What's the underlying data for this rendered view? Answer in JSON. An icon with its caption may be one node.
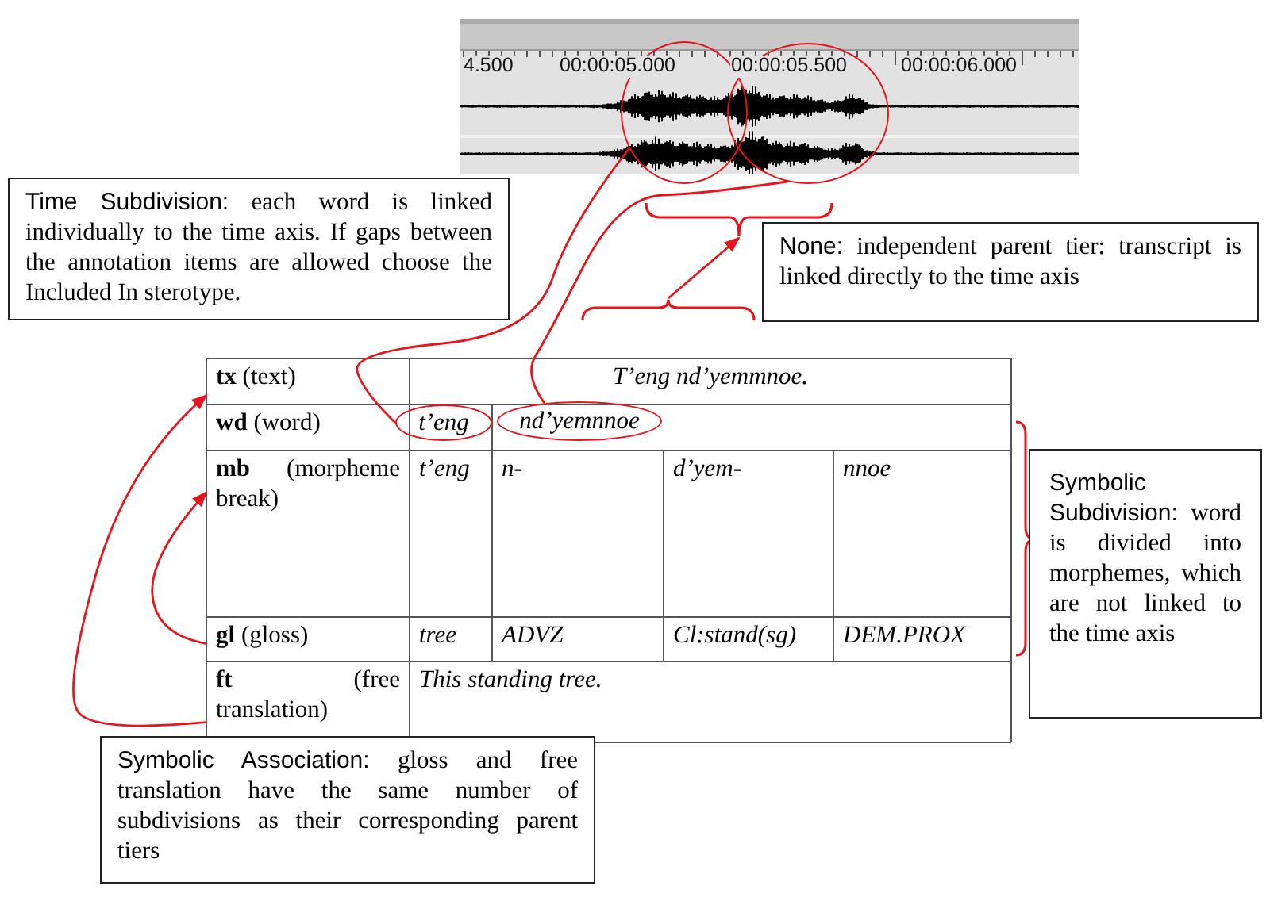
{
  "diagram": {
    "nodes": [
      {
        "text": [],
        "shape": "picture"
      },
      {
        "text": [],
        "shape": "circle",
        "in": 0
      },
      {
        "text": [],
        "shape": "circle",
        "in": 0
      },
      {
        "text": [
          "Time Subdivision:",
          "each word is linked individually to the time axis. If gaps between the annotation items are allowed choose the Included In sterotype."
        ]
      },
      {
        "text": [],
        "shape": "brace"
      },
      {
        "text": [
          "None:",
          "independent parent tier: transcript is linked directly to the time axis"
        ]
      },
      {
        "text": [],
        "shape": "brace"
      },
      {
        "text": [
          "**tx** (text)"
        ]
      },
      {
        "text": [
          "**wd** (word)"
        ]
      },
      {
        "text": [
          "t’eng"
        ]
      },
      {
        "text": [
          "nd’yemnnoe"
        ]
      },
      {
        "text": [
          "**mb** (morpheme break)"
        ]
      },
      {
        "text": [
          "**gl** (gloss)"
        ]
      },
      {
        "text": [
          "**ft** (free translation)"
        ]
      },
      {
        "text": [
          "Symbolic Subdivision:",
          "word is divided into morphemes, which are not linked to the time axis"
        ]
      },
      {
        "text": [
          "Symbolic Association:",
          "gloss and free translation have the same number of subdivisions as their corresponding parent tiers"
        ]
      }
    ],
    "edges": [
      {
        "from": 1,
        "to": 9,
        "arrow": "none"
      },
      {
        "from": 2,
        "to": 10,
        "arrow": "none"
      },
      {
        "from": 6,
        "to": 4,
        "arrow": "to"
      },
      {
        "from": 12,
        "to": 11,
        "arrow": "to"
      },
      {
        "from": 13,
        "to": 7,
        "arrow": "to"
      }
    ],
    "labels": [
      "4.500",
      "00:00:05.000",
      "00:00:05.500",
      "00:00:06.000",
      "T’eng nd’yemmnoe.",
      "t’eng",
      "n-",
      "d’yem-",
      "nnoe",
      "tree",
      "ADVZ",
      "Cl:stand(sg)",
      "DEM.PROX",
      "This standing tree."
    ]
  }
}
